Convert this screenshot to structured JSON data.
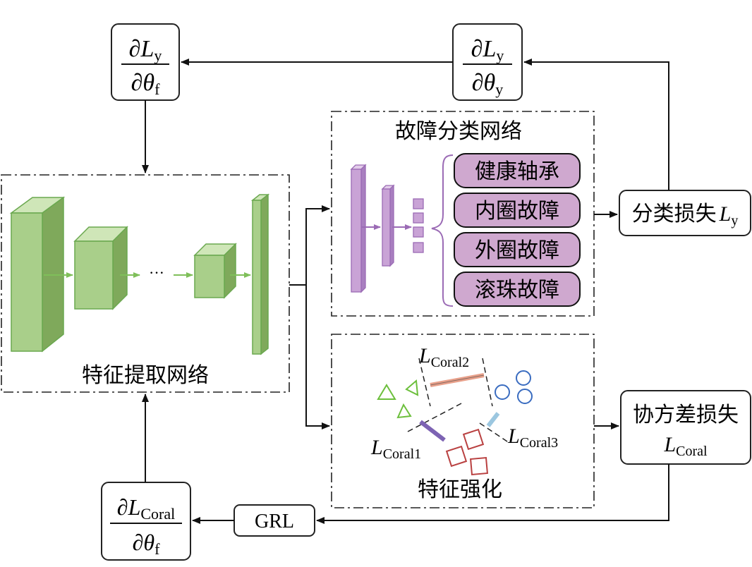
{
  "extraction_label": "特征提取网络",
  "classification_title": "故障分类网络",
  "fault_classes": [
    "健康轴承",
    "内圈故障",
    "外圈故障",
    "滚珠故障"
  ],
  "enhancement_label": "特征强化",
  "ellipsis": "···",
  "class_loss": {
    "prefix": "分类损失",
    "symbol": "L",
    "sub": "y"
  },
  "cov_loss": {
    "line1": "协方差损失",
    "symbol": "L",
    "sub": "Coral"
  },
  "grl_label": "GRL",
  "grad_ly_thetaf": {
    "num": "∂L",
    "num_sub": "y",
    "den": "∂θ",
    "den_sub": "f"
  },
  "grad_ly_thetay": {
    "num": "∂L",
    "num_sub": "y",
    "den": "∂θ",
    "den_sub": "y"
  },
  "grad_lcoral_thetaf": {
    "num": "∂L",
    "num_sub": "Coral",
    "den": "∂θ",
    "den_sub": "f"
  },
  "coral_distances": [
    {
      "symbol": "L",
      "sub": "Coral2"
    },
    {
      "symbol": "L",
      "sub": "Coral1"
    },
    {
      "symbol": "L",
      "sub": "Coral3"
    }
  ],
  "colors": {
    "cube_front": "#a9cf8a",
    "cube_side": "#7fa95b",
    "cube_top": "#cfe6b8",
    "cube_edge": "#6aa84f",
    "purple_layer": "#c9a3d6",
    "purple_edge": "#9b6bb5",
    "pill_fill": "#cfa8cf",
    "triangle": "#6cbf3c",
    "circle": "#3a6cc0",
    "square": "#b94040",
    "arrow_salmon": "#e8a08a",
    "arrow_blue": "#9cc7e0",
    "arrow_purple": "#7d63b3"
  }
}
